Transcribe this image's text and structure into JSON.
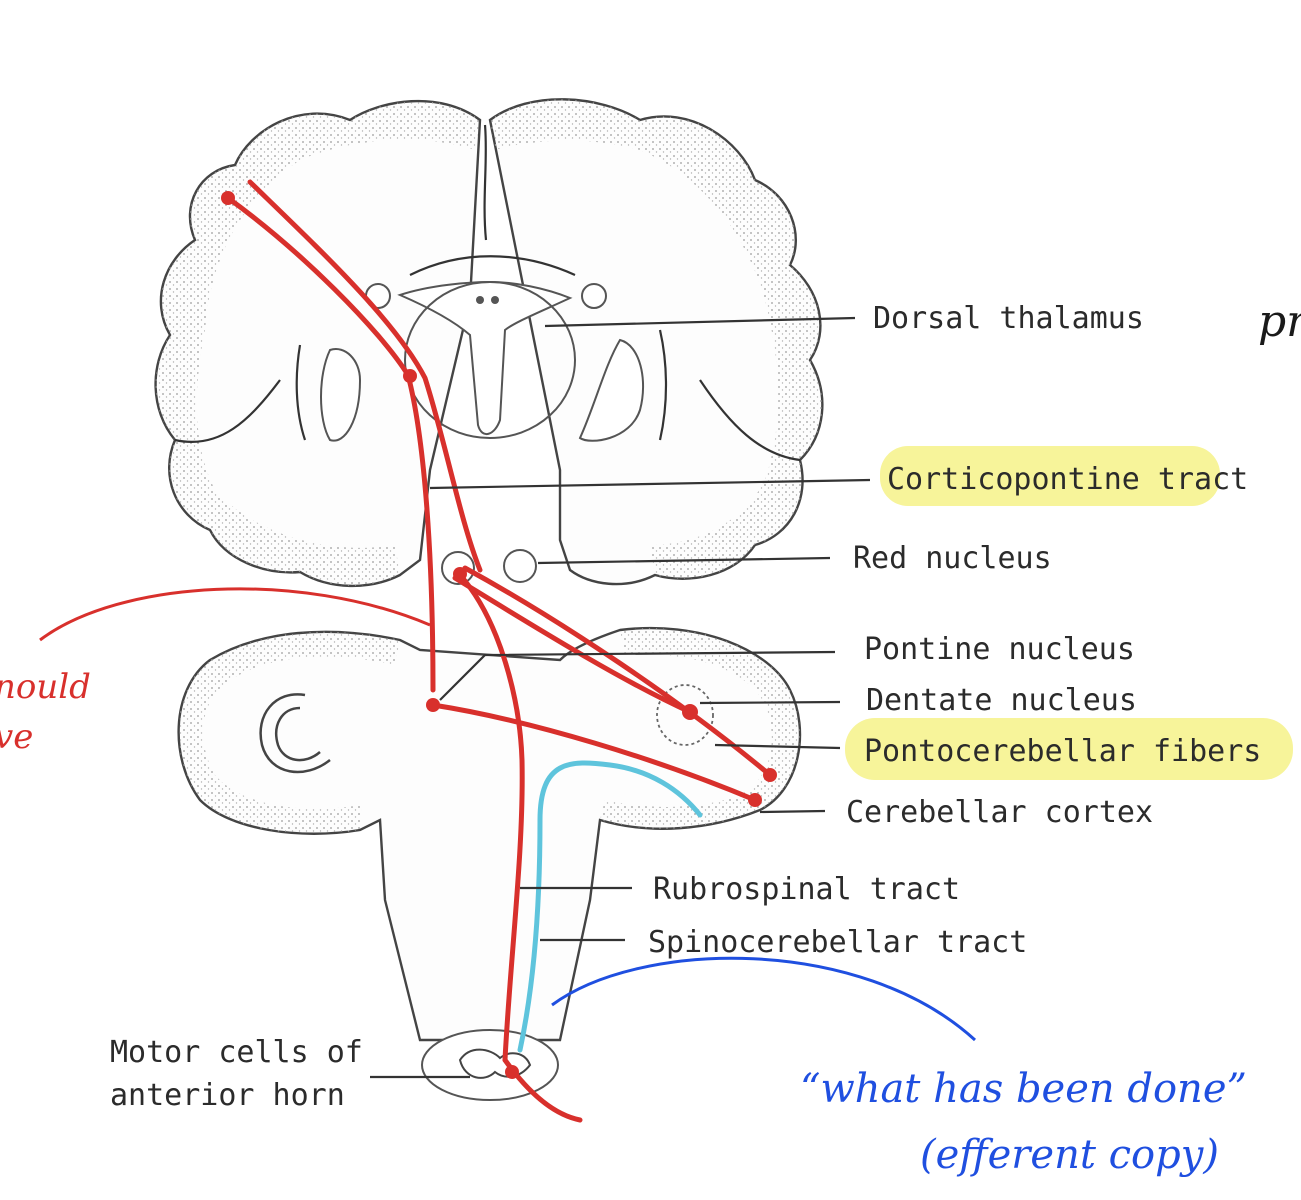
{
  "labels": {
    "dorsal_thalamus": "Dorsal thalamus",
    "corticopontine_tract": "Corticopontine tract",
    "red_nucleus": "Red nucleus",
    "pontine_nucleus": "Pontine nucleus",
    "dentate_nucleus": "Dentate nucleus",
    "pontocerebellar_fibers": "Pontocerebellar fibers",
    "cerebellar_cortex": "Cerebellar cortex",
    "rubrospinal_tract": "Rubrospinal tract",
    "spinocerebellar_tract": "Spinocerebellar tract",
    "motor_cells_line1": "Motor cells of",
    "motor_cells_line2": "anterior horn"
  },
  "annotations": {
    "left_red_line1": "nould",
    "left_red_line2": "ve",
    "top_right_fragment": "pr",
    "efferent_line1": "“what has been done”",
    "efferent_line2": "(efferent copy)"
  },
  "colors": {
    "tract_red": "#d8302c",
    "spinocerebellar_cyan": "#5ec4dc",
    "annotation_blue": "#1f4fe0",
    "annotation_red": "#d8302c",
    "highlight_yellow": "#f7f49a"
  }
}
